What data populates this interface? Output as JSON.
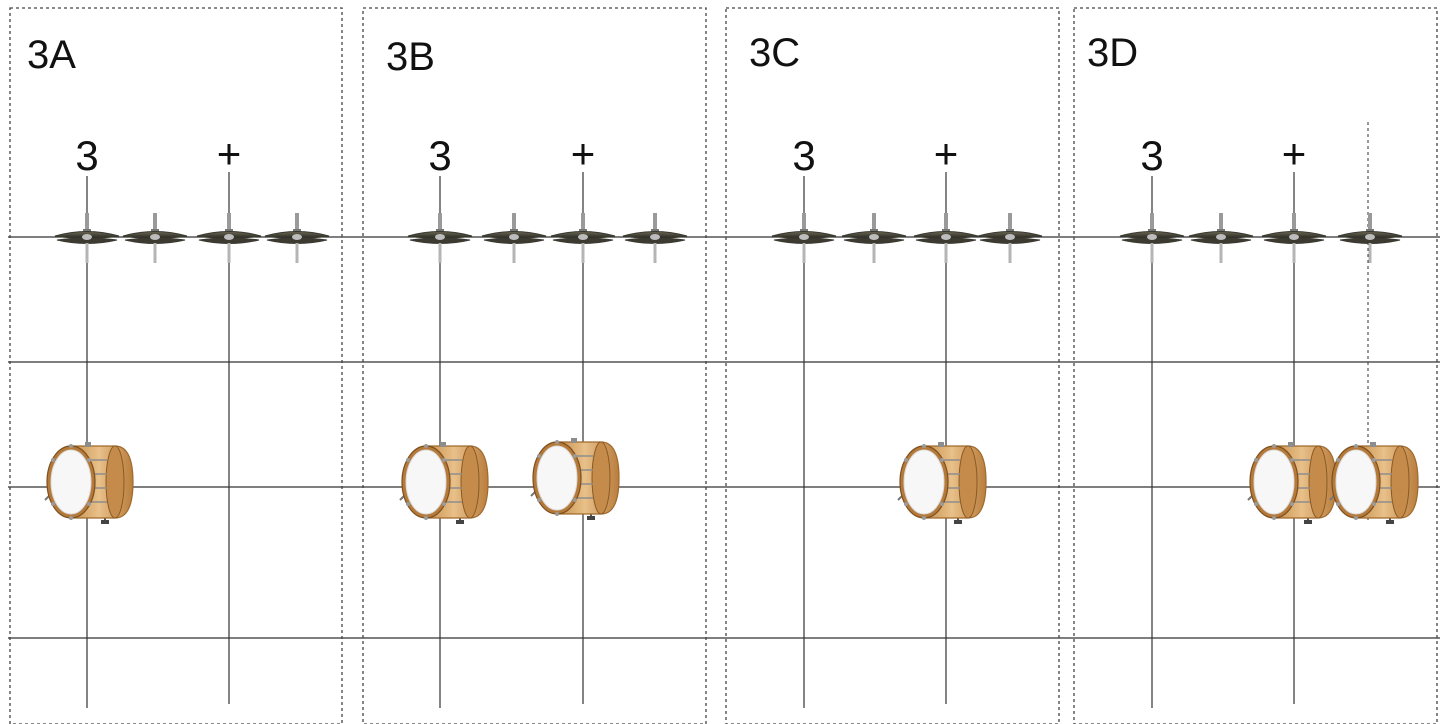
{
  "diagram": {
    "lines": [
      "hi-hat",
      "bass drum"
    ],
    "counts": [
      "3",
      "+"
    ],
    "hihat_subdivisions": 4,
    "panels": [
      {
        "label": "3A",
        "bass_hits": [
          "3"
        ]
      },
      {
        "label": "3B",
        "bass_hits": [
          "3",
          "+"
        ]
      },
      {
        "label": "3C",
        "bass_hits": [
          "+"
        ]
      },
      {
        "label": "3D",
        "bass_hits": [
          "+",
          "a"
        ]
      }
    ]
  },
  "colors": {
    "line": "#333333",
    "cymbal": "#3a3a32",
    "drum_shell": "#d9a86a",
    "drum_head": "#f7f7f7"
  }
}
